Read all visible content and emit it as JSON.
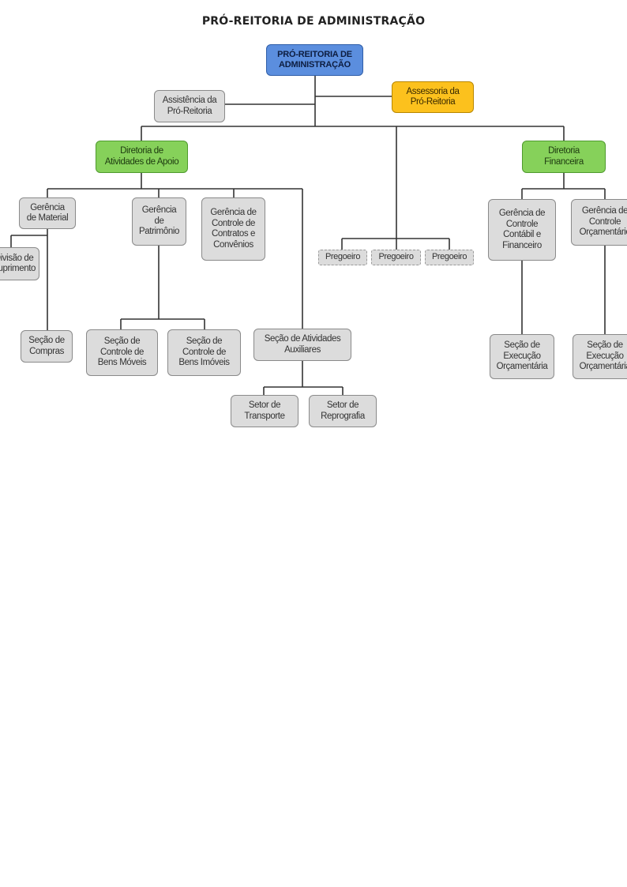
{
  "title": "PRÓ-REITORIA DE ADMINISTRAÇÃO",
  "colors": {
    "top": "#5b8ede",
    "advisory": "#fcc11d",
    "directorate": "#86d15a",
    "unit": "#dcdcdc"
  },
  "nodes": {
    "pro_reitoria": "PRÓ-REITORIA DE\nADMINISTRAÇÃO",
    "assessoria": "Assessoria da\nPró-Reitoria",
    "assistencia": "Assistência da\nPró-Reitoria",
    "dir_apoio": "Diretoria de\nAtividades de Apoio",
    "dir_financeira": "Diretoria\nFinanceira",
    "ger_material": "Gerência\nde Material",
    "div_suprimento": "Divisão de\nSuprimento",
    "sec_compras": "Seção de\nCompras",
    "ger_patrimonio": "Gerência\nde\nPatrimônio",
    "sec_bens_moveis": "Seção de\nControle de\nBens Móveis",
    "sec_bens_imoveis": "Seção de\nControle de\nBens Imóveis",
    "ger_contratos": "Gerência de\nControle de\nContratos e\nConvênios",
    "sec_atividades": "Seção de Atividades\nAuxiliares",
    "setor_transporte": "Setor de\nTransporte",
    "setor_reprografia": "Setor de\nReprografia",
    "pregoeiro_1": "Pregoeiro",
    "pregoeiro_2": "Pregoeiro",
    "pregoeiro_3": "Pregoeiro",
    "ger_contabil": "Gerência de\nControle\nContábil e\nFinanceiro",
    "ger_orcamentario": "Gerência de\nControle\nOrçamentário",
    "sec_exec_1": "Seção de\nExecução\nOrçamentária",
    "sec_exec_2": "Seção de\nExecução\nOrçamentária"
  }
}
